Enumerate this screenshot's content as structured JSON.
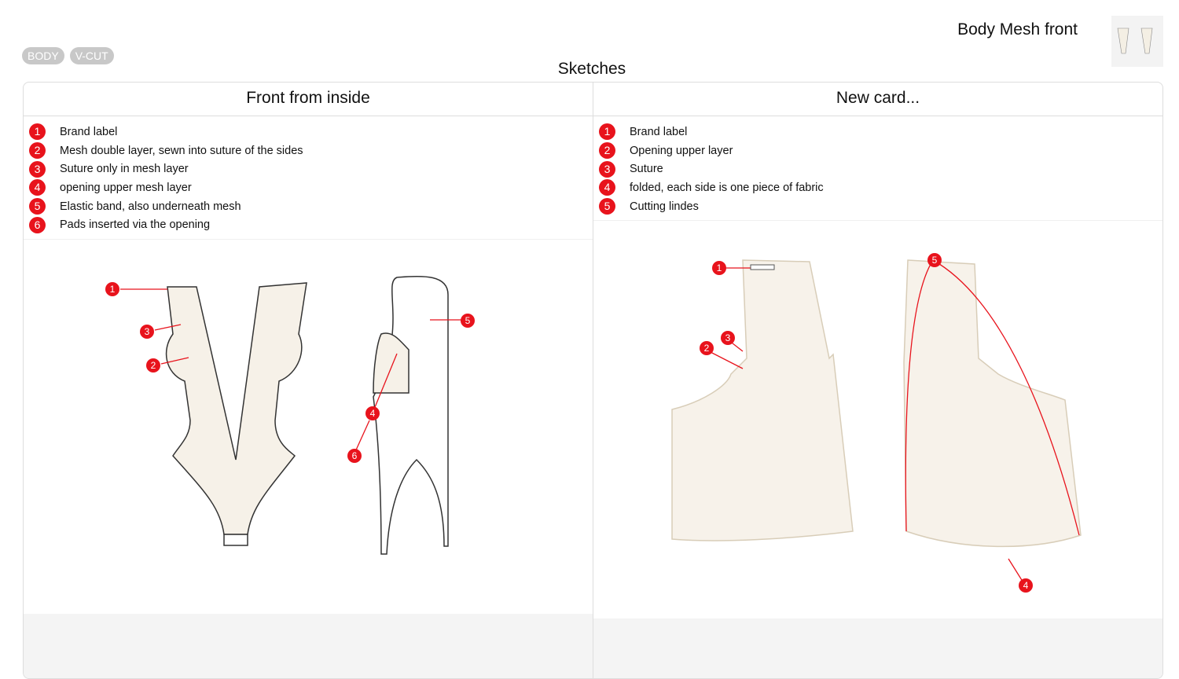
{
  "tags": [
    "BODY",
    "V-CUT"
  ],
  "title": "Body Mesh front",
  "section": "Sketches",
  "cards": [
    {
      "title": "Front from inside",
      "items": [
        {
          "n": "1",
          "text": "Brand label"
        },
        {
          "n": "2",
          "text": "Mesh double layer, sewn into suture of the sides"
        },
        {
          "n": "3",
          "text": "Suture only in mesh layer"
        },
        {
          "n": "4",
          "text": "opening upper mesh layer"
        },
        {
          "n": "5",
          "text": "Elastic band, also underneath mesh"
        },
        {
          "n": "6",
          "text": "Pads inserted via the opening"
        }
      ],
      "markers": [
        "1",
        "3",
        "2",
        "4",
        "6",
        "5"
      ]
    },
    {
      "title": "New card...",
      "items": [
        {
          "n": "1",
          "text": "Brand label"
        },
        {
          "n": "2",
          "text": "Opening upper layer"
        },
        {
          "n": "3",
          "text": "Suture"
        },
        {
          "n": "4",
          "text": "folded, each side is one piece of fabric"
        },
        {
          "n": "5",
          "text": "Cutting lindes"
        }
      ],
      "markers": [
        "1",
        "3",
        "2",
        "5",
        "4"
      ]
    }
  ],
  "colors": {
    "accent": "#e8131c",
    "tag": "#c8c8c8"
  }
}
